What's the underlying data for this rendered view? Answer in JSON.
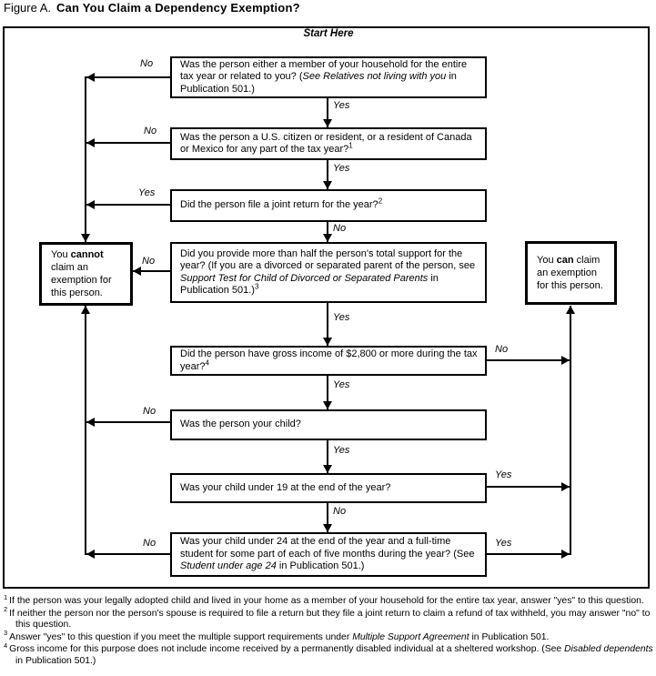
{
  "title": {
    "prefix": "Figure A.",
    "main": "Can You Claim a Dependency Exemption?"
  },
  "start_here": "Start Here",
  "colors": {
    "ink": "#000000",
    "background": "#ffffff"
  },
  "questions": {
    "q1": {
      "pre": "Was the person either a member of your household for the entire tax year or related to you? (",
      "italic": "See Relatives not living with you",
      "post": " in Publication 501.)",
      "sup": ""
    },
    "q2": {
      "pre": "Was the person a U.S. citizen or resident, or a resident of Canada or Mexico for any part of the tax year?",
      "italic": "",
      "post": "",
      "sup": "1"
    },
    "q3": {
      "pre": "Did the person file a joint return for the year?",
      "italic": "",
      "post": "",
      "sup": "2"
    },
    "q4": {
      "pre": "Did you provide more than half the person's total support for the year? (If you are a divorced or separated parent of the person, see ",
      "italic": "Support Test for Child of Divorced or Separated Parents",
      "post": " in Publication 501.)",
      "sup": "3"
    },
    "q5": {
      "pre": "Did the person have gross income of $2,800 or more during the tax year?",
      "italic": "",
      "post": "",
      "sup": "4"
    },
    "q6": {
      "pre": "Was the person your child?",
      "italic": "",
      "post": "",
      "sup": ""
    },
    "q7": {
      "pre": "Was your child under 19 at the end of the year?",
      "italic": "",
      "post": "",
      "sup": ""
    },
    "q8": {
      "pre": "Was your child under 24 at the end of the year and a full-time student for some part of each of five months during the year? (See ",
      "italic": "Student under age 24",
      "post": " in Publication 501.)",
      "sup": ""
    }
  },
  "outcomes": {
    "cannot": {
      "pre": "You ",
      "bold": "cannot",
      "post": " claim an exemption for this person."
    },
    "can": {
      "pre": "You ",
      "bold": "can",
      "post": " claim an exemption for this person."
    }
  },
  "branches": {
    "q1_no": "No",
    "q1_yes": "Yes",
    "q2_no": "No",
    "q2_yes": "Yes",
    "q3_yes": "Yes",
    "q3_no": "No",
    "q4_no": "No",
    "q4_yes": "Yes",
    "q5_no": "No",
    "q5_yes": "Yes",
    "q6_no": "No",
    "q6_yes": "Yes",
    "q7_yes": "Yes",
    "q7_no": "No",
    "q8_no": "No",
    "q8_yes": "Yes"
  },
  "footnotes": {
    "f1": {
      "sup": "1",
      "pre": "If the person was your legally adopted child and lived in your home as a member of your household for the entire tax year, answer \"yes\" to this question.",
      "italic": "",
      "post": ""
    },
    "f2": {
      "sup": "2",
      "pre": "If neither the person nor the person's spouse is required to file a return but they file a joint return to claim a refund of tax withheld, you may answer \"no\" to this question.",
      "italic": "",
      "post": ""
    },
    "f3": {
      "sup": "3",
      "pre": "Answer \"yes\" to this question if you meet the multiple support requirements under ",
      "italic": "Multiple Support Agreement",
      "post": " in Publication 501."
    },
    "f4": {
      "sup": "4",
      "pre": "Gross income for this purpose does not include income received by a permanently disabled individual at a sheltered workshop. (See ",
      "italic": "Disabled dependents",
      "post": " in Publication 501.)"
    }
  }
}
